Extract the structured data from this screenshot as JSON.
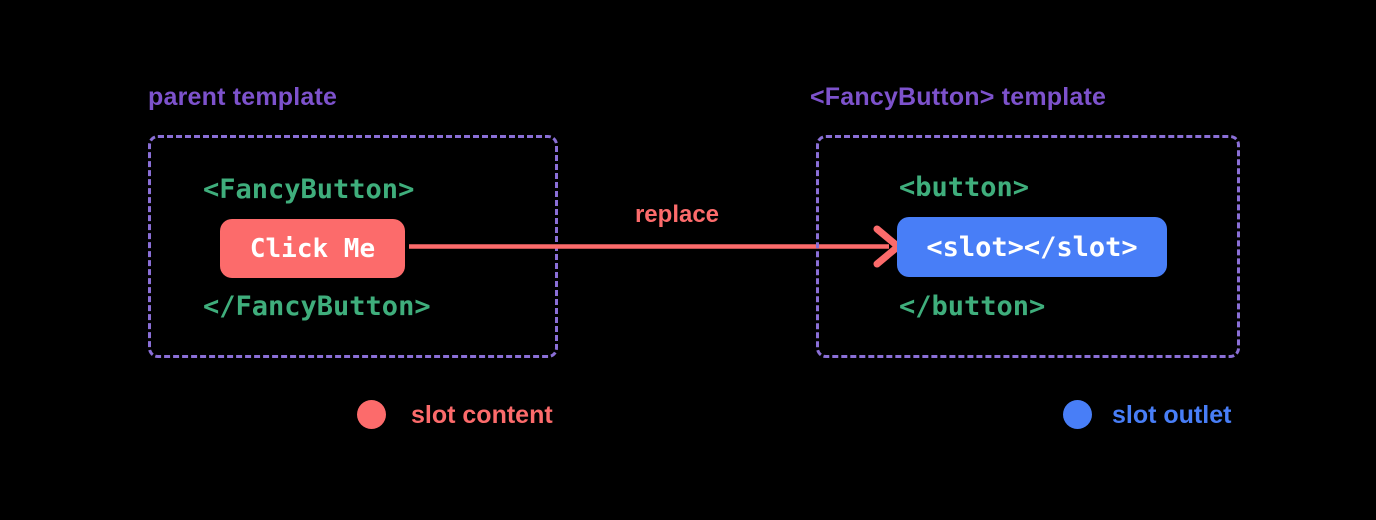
{
  "diagram": {
    "title_semantic": "Vue slots: slot content replaces slot outlet",
    "left_panel": {
      "label": "parent template",
      "open_tag": "<FancyButton>",
      "button_text": "Click Me",
      "close_tag": "</FancyButton>"
    },
    "arrow": {
      "label": "replace"
    },
    "right_panel": {
      "label": "<FancyButton> template",
      "open_tag": "<button>",
      "slot_text": "<slot></slot>",
      "close_tag": "</button>"
    },
    "legend": {
      "slot_content": "slot content",
      "slot_outlet": "slot outlet"
    },
    "colors": {
      "background": "#000000",
      "label_purple": "#7d52cc",
      "border_purple": "#8a6fd6",
      "code_green": "#3fae7c",
      "accent_red": "#fc6b6b",
      "accent_blue": "#487ef7",
      "text_white": "#ffffff"
    }
  }
}
